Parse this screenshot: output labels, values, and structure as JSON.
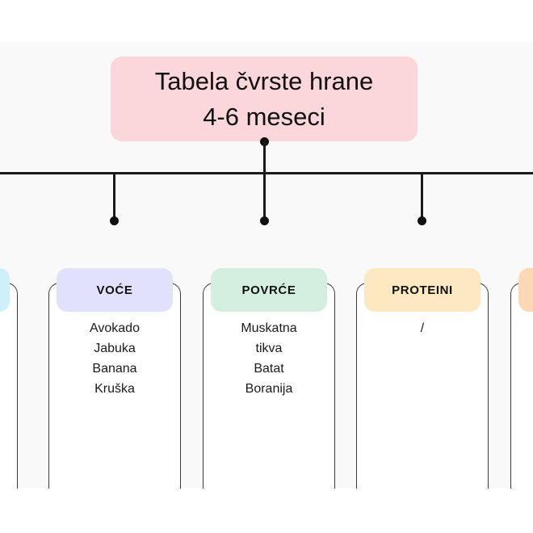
{
  "diagram": {
    "title": {
      "line1": "Tabela čvrste hrane",
      "line2": "4-6 meseci",
      "color": "#fbd7dc"
    },
    "connector_color": "#1b1b1b",
    "canvas_color": "#f9f9fa",
    "cards": [
      {
        "name": "card-partial-left",
        "label": "",
        "header_color": "#cdf0fb",
        "items": [],
        "has_connector": false
      },
      {
        "name": "card-voce",
        "label": "VOĆE",
        "header_color": "#e2e1fc",
        "items": [
          "Avokado",
          "Jabuka",
          "Banana",
          "Kruška"
        ],
        "has_connector": true
      },
      {
        "name": "card-povrce",
        "label": "POVRĆE",
        "header_color": "#d4efe0",
        "items": [
          "Muskatna",
          "tikva",
          "Batat",
          "Boranija"
        ],
        "has_connector": true
      },
      {
        "name": "card-proteini",
        "label": "PROTEINI",
        "header_color": "#fce9c2",
        "items": [
          "/"
        ],
        "has_connector": true
      },
      {
        "name": "card-partial-right",
        "label": "",
        "header_color": "#fcd9b4",
        "items": [],
        "has_connector": false
      }
    ]
  }
}
